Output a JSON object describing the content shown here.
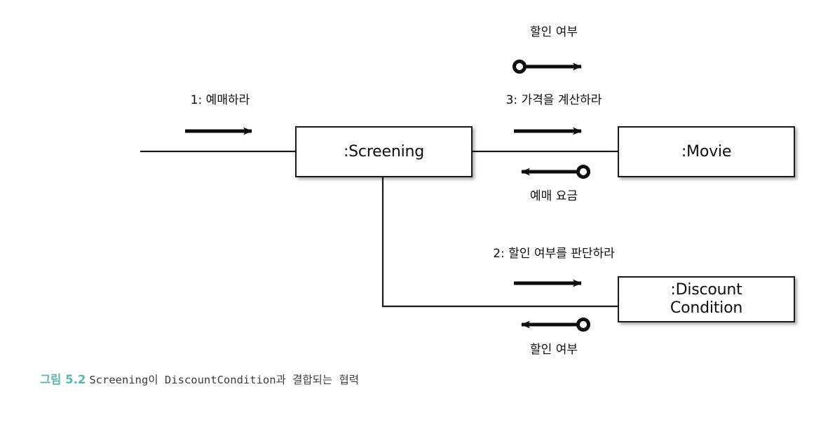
{
  "diagram": {
    "kind": "uml-communication-diagram",
    "colors": {
      "stroke": "#1a1a1a",
      "box_fill": "#ffffff",
      "text": "#0d0d0d",
      "caption_accent": "#5FB3B3",
      "caption_text": "#3b3b3b"
    },
    "nodes": [
      {
        "id": "screening",
        "label": ":Screening"
      },
      {
        "id": "movie",
        "label": ":Movie"
      },
      {
        "id": "discount_condition",
        "label": ":Discount\nCondition"
      }
    ],
    "messages": [
      {
        "id": "msg-1",
        "label": "1: 예매하라",
        "from": "actor",
        "to": "screening",
        "direction": "right"
      },
      {
        "id": "msg-3",
        "label": "3: 가격을 계산하라",
        "from": "screening",
        "to": "movie",
        "direction": "right"
      },
      {
        "id": "msg-3-param",
        "label": "할인 여부",
        "kind": "parameter",
        "from": "screening",
        "to": "movie",
        "direction": "right"
      },
      {
        "id": "msg-3-return",
        "label": "예매 요금",
        "kind": "return",
        "from": "movie",
        "to": "screening",
        "direction": "left"
      },
      {
        "id": "msg-2",
        "label": "2: 할인 여부를 판단하라",
        "from": "screening",
        "to": "discount_condition",
        "direction": "right"
      },
      {
        "id": "msg-2-return",
        "label": "할인 여부",
        "kind": "return",
        "from": "discount_condition",
        "to": "screening",
        "direction": "left"
      }
    ]
  },
  "caption": {
    "number": "그림 5.2",
    "text": "Screening이 DiscountCondition과 결합되는 협력"
  }
}
